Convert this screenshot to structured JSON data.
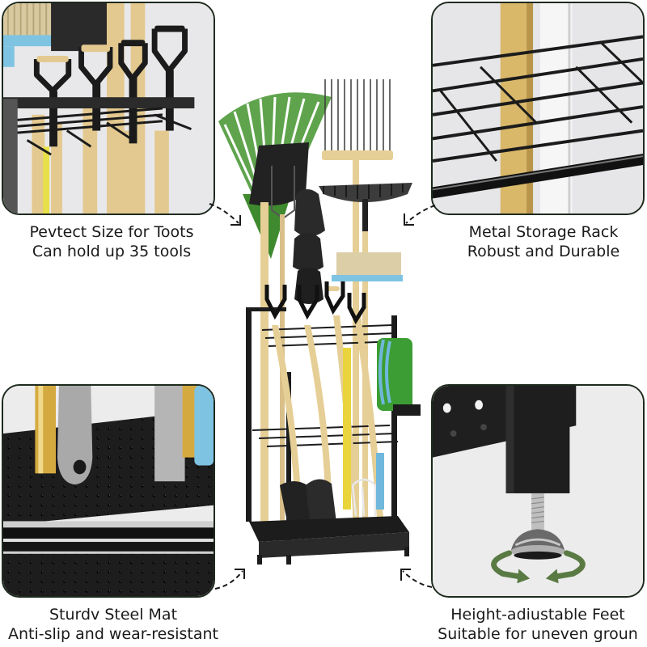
{
  "features": [
    {
      "id": "capacity",
      "position": "top-left",
      "line1": "Pevtect Size for Toots",
      "line2": "Can hold up 35 tools",
      "detail": "tool-hooks-closeup"
    },
    {
      "id": "material",
      "position": "top-right",
      "line1": "Metal Storage Rack",
      "line2": "Robust and Durable",
      "detail": "wire-shelf-closeup"
    },
    {
      "id": "mat",
      "position": "bottom-left",
      "line1": "Sturdv Steel Mat",
      "line2": "Anti-slip and wear-resistant",
      "detail": "perforated-steel-mat-closeup"
    },
    {
      "id": "feet",
      "position": "bottom-right",
      "line1": "Height-adiustable Feet",
      "line2": "Suitable for uneven groun",
      "detail": "adjustable-foot-closeup"
    }
  ],
  "product": {
    "name": "garden-tool-storage-rack",
    "tools": [
      "leaf-rake",
      "shovel",
      "pitchfork",
      "bow-rake",
      "broom",
      "spades",
      "hose-reel",
      "level"
    ]
  },
  "colors": {
    "panel_border": "#1e2a1e",
    "panel_bg": "#e9e9e9",
    "rack_black": "#1c1c1c",
    "wood": "#e6cf96",
    "rake_green": "#4e9a3a",
    "hose_blue": "#6fb8dc",
    "arrow_green": "#5a7a44"
  }
}
